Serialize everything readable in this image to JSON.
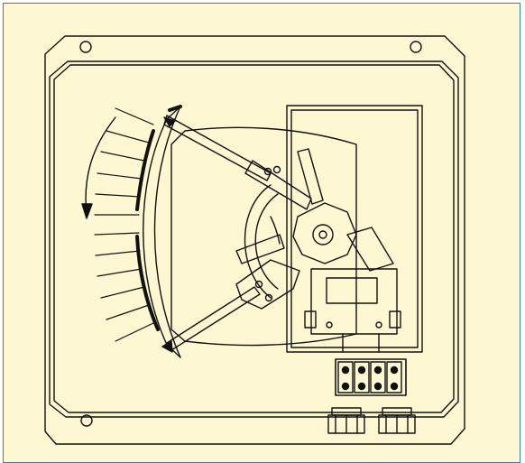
{
  "diagram": {
    "colors": {
      "background": "#fdf7d2",
      "border": "#2f7fb0",
      "ink": "#111111",
      "page": "#ffffff"
    },
    "icons": {
      "rotation": "curved-arrow-icon",
      "hinge": "pivot-icon",
      "fixing": "screw-icon"
    },
    "scale_ticks": 12,
    "terminal_block_count": 4,
    "mounting_holes": 3
  }
}
